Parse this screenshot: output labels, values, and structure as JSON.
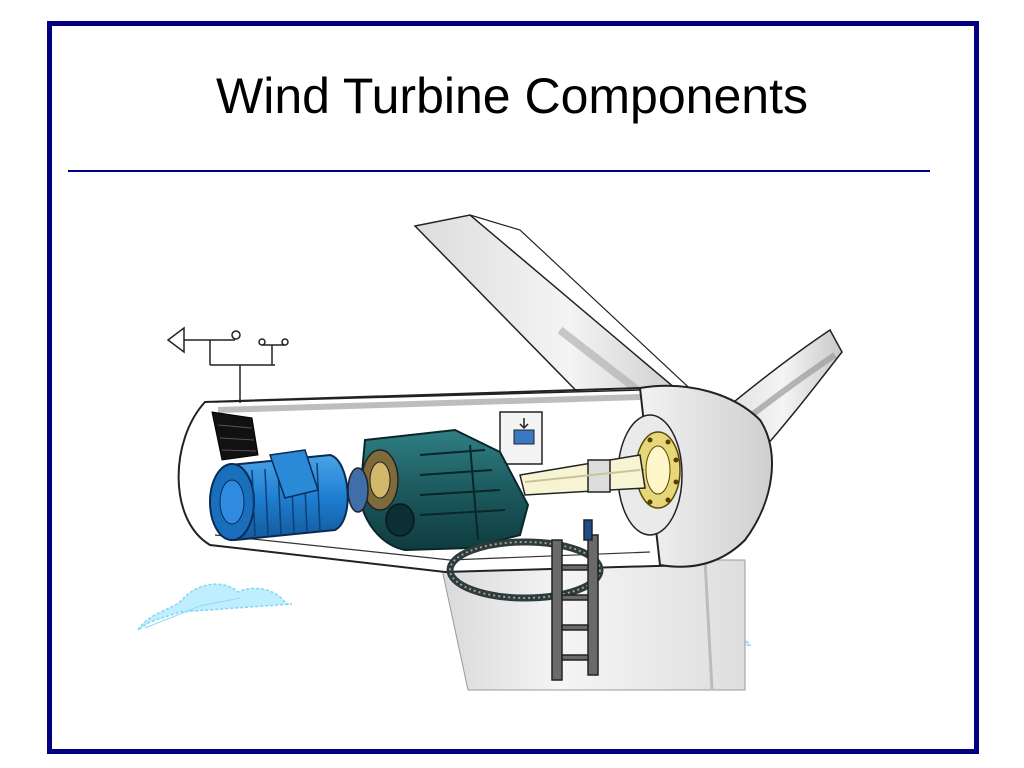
{
  "slide": {
    "title": "Wind Turbine Components"
  },
  "colors": {
    "frame_border": "#000080",
    "title_rule": "#000080",
    "generator_blue": "#1f7fd0",
    "gearbox_teal": "#1c5a5e",
    "tower_grey": "#eeeeee",
    "cloud_cyan": "#bfefff"
  },
  "illustration": {
    "subject": "wind turbine nacelle cutaway",
    "components": [
      "rotor-blade",
      "hub",
      "main-shaft",
      "gearbox",
      "generator",
      "controller-box",
      "anemometer",
      "wind-vane",
      "yaw-ring",
      "tower",
      "ladder"
    ]
  }
}
